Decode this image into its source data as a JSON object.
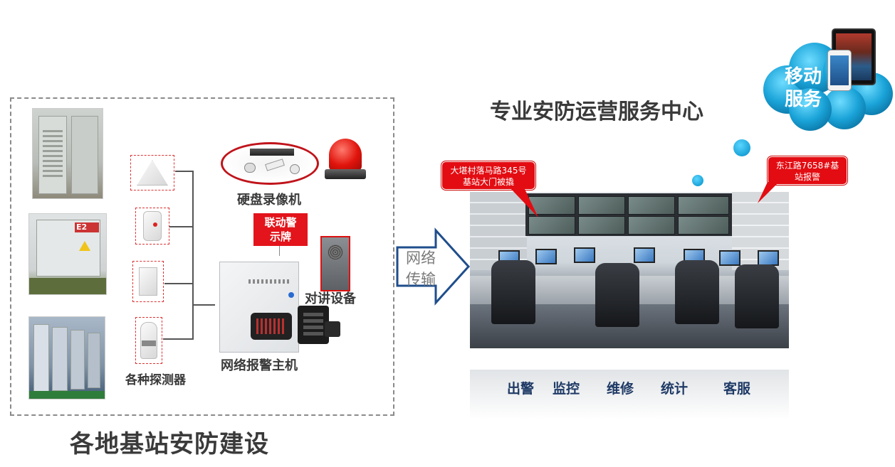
{
  "site_section": {
    "title": "各地基站安防建设",
    "detector_label": "各种探测器",
    "nvr_label": "硬盘录像机",
    "link_alert_label": "联动警\n示牌",
    "alarm_host_label": "网络报警主机",
    "intercom_label": "对讲设备"
  },
  "transfer": {
    "label_line1": "网络",
    "label_line2": "传输"
  },
  "center_section": {
    "title": "专业安防运营服务中心",
    "callout_left": "大堪村落马路345号\n基站大门被撬",
    "callout_right": "东江路7658#基\n站报警",
    "services": [
      "出警",
      "监控",
      "维修",
      "统计",
      "客服"
    ]
  },
  "mobile": {
    "line1": "移动",
    "line2": "服务"
  },
  "colors": {
    "alert_red": "#e3141b",
    "cloud_blue": "#1aa3d8",
    "arrow_blue": "#1f4e8c",
    "service_text": "#1f3a66"
  }
}
